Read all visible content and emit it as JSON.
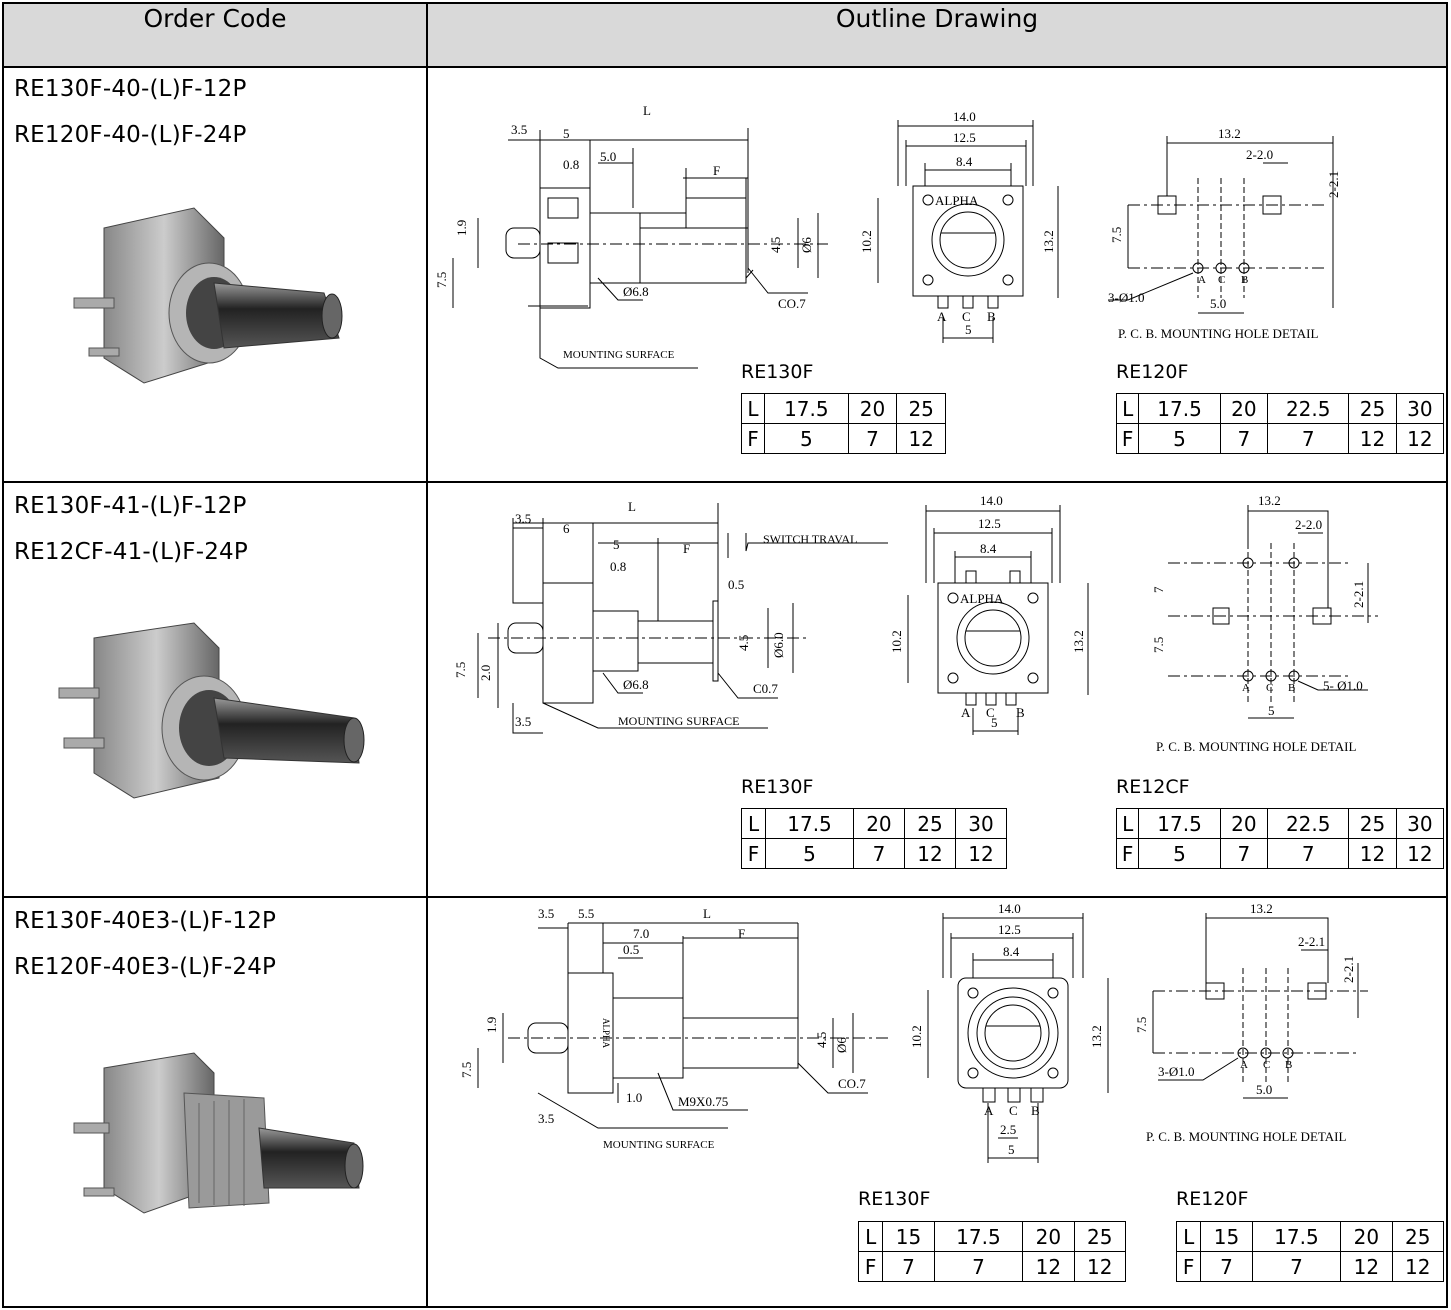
{
  "header": {
    "order_code": "Order Code",
    "outline_drawing": "Outline Drawing"
  },
  "rows": [
    {
      "codes": [
        "RE130F-40-(L)F-12P",
        "RE120F-40-(L)F-24P"
      ],
      "side": {
        "L": "L",
        "d35": "3.5",
        "d5": "5",
        "d08": "0.8",
        "d50": "5.0",
        "F": "F",
        "d19": "1.9",
        "d75": "7.5",
        "d45": "4.5",
        "phi6": "Ø6",
        "phi68": "Ø6.8",
        "co": "CO.7",
        "mounting": "MOUNTING SURFACE"
      },
      "front": {
        "w14": "14.0",
        "w125": "12.5",
        "w84": "8.4",
        "h102": "10.2",
        "h132": "13.2",
        "brand": "ALPHA",
        "pinA": "A",
        "pinC": "C",
        "pinB": "B",
        "pitch": "5"
      },
      "pcb": {
        "w132": "13.2",
        "hole": "2-2.0",
        "h21": "2-2.1",
        "h75": "7.5",
        "holes": "3-Ø1.0",
        "pa": "A",
        "pc": "C",
        "pb": "B",
        "p50": "5.0",
        "caption": "P. C. B. MOUNTING HOLE DETAIL"
      },
      "tables": [
        {
          "label": "RE130F",
          "L": [
            "L",
            "17.5",
            "20",
            "25"
          ],
          "F": [
            "F",
            "5",
            "7",
            "12"
          ]
        },
        {
          "label": "RE120F",
          "L": [
            "L",
            "17.5",
            "20",
            "22.5",
            "25",
            "30"
          ],
          "F": [
            "F",
            "5",
            "7",
            "7",
            "12",
            "12"
          ]
        }
      ]
    },
    {
      "codes": [
        "RE130F-41-(L)F-12P",
        "RE12CF-41-(L)F-24P"
      ],
      "side": {
        "L": "L",
        "d35": "3.5",
        "d6": "6",
        "d5": "5",
        "d08": "0.8",
        "F": "F",
        "switch": "SWITCH TRAVAL",
        "d05": "0.5",
        "d75": "7.5",
        "d20": "2.0",
        "d45": "4.5",
        "phi60": "Ø6.0",
        "phi68": "Ø6.8",
        "co": "C0.7",
        "d35b": "3.5",
        "mounting": "MOUNTING SURFACE"
      },
      "front": {
        "w14": "14.0",
        "w125": "12.5",
        "w84": "8.4",
        "h102": "10.2",
        "h132": "13.2",
        "brand": "ALPHA",
        "pinA": "A",
        "pinC": "C",
        "pinB": "B",
        "pitch": "5"
      },
      "pcb": {
        "w132": "13.2",
        "hole": "2-2.0",
        "h7": "7",
        "h21": "2-2.1",
        "h75": "7.5",
        "pa": "A",
        "pc": "C",
        "pb": "B",
        "holes": "5- Ø1.0",
        "p5": "5",
        "caption": "P. C. B. MOUNTING HOLE DETAIL"
      },
      "tables": [
        {
          "label": "RE130F",
          "L": [
            "L",
            "17.5",
            "20",
            "25",
            "30"
          ],
          "F": [
            "F",
            "5",
            "7",
            "12",
            "12"
          ]
        },
        {
          "label": "RE12CF",
          "L": [
            "L",
            "17.5",
            "20",
            "22.5",
            "25",
            "30"
          ],
          "F": [
            "F",
            "5",
            "7",
            "7",
            "12",
            "12"
          ]
        }
      ]
    },
    {
      "codes": [
        "RE130F-40E3-(L)F-12P",
        "RE120F-40E3-(L)F-24P"
      ],
      "side": {
        "d35": "3.5",
        "d55": "5.5",
        "L": "L",
        "d70": "7.0",
        "F": "F",
        "d05": "0.5",
        "d19": "1.9",
        "d75": "7.5",
        "brand": "ALPHA",
        "d45": "4.5",
        "phi6": "Ø6",
        "co": "CO.7",
        "thread": "M9X0.75",
        "d10": "1.0",
        "d35b": "3.5",
        "mounting": "MOUNTING SURFACE"
      },
      "front": {
        "w14": "14.0",
        "w125": "12.5",
        "w84": "8.4",
        "h102": "10.2",
        "h132": "13.2",
        "pinA": "A",
        "pinC": "C",
        "pinB": "B",
        "p25": "2.5",
        "pitch": "5"
      },
      "pcb": {
        "w132": "13.2",
        "hole": "2-2.1",
        "h21": "2-2.1",
        "h75": "7.5",
        "holes": "3-Ø1.0",
        "pa": "A",
        "pc": "C",
        "pb": "B",
        "p50": "5.0",
        "caption": "P. C. B. MOUNTING HOLE DETAIL"
      },
      "tables": [
        {
          "label": "RE130F",
          "L": [
            "L",
            "15",
            "17.5",
            "20",
            "25"
          ],
          "F": [
            "F",
            "7",
            "7",
            "12",
            "12"
          ]
        },
        {
          "label": "RE120F",
          "L": [
            "L",
            "15",
            "17.5",
            "20",
            "25"
          ],
          "F": [
            "F",
            "7",
            "7",
            "12",
            "12"
          ]
        }
      ]
    }
  ]
}
